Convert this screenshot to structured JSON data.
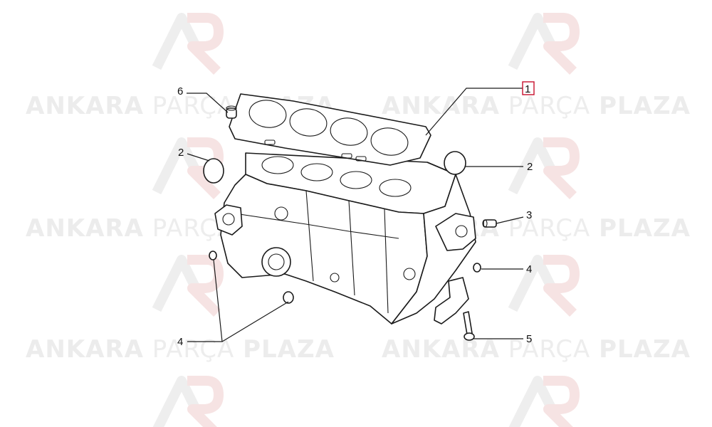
{
  "watermark": {
    "brand_bold_1": "ANKARA",
    "brand_light": "PARÇA",
    "brand_bold_2": "PLAZA"
  },
  "callouts": {
    "c1": "1",
    "c2_left": "2",
    "c2_right": "2",
    "c3": "3",
    "c4_left": "4",
    "c4_right": "4",
    "c5": "5",
    "c6": "6"
  },
  "colors": {
    "highlight": "#c8102e",
    "line": "#1a1a1a",
    "watermark": "#ececec"
  }
}
